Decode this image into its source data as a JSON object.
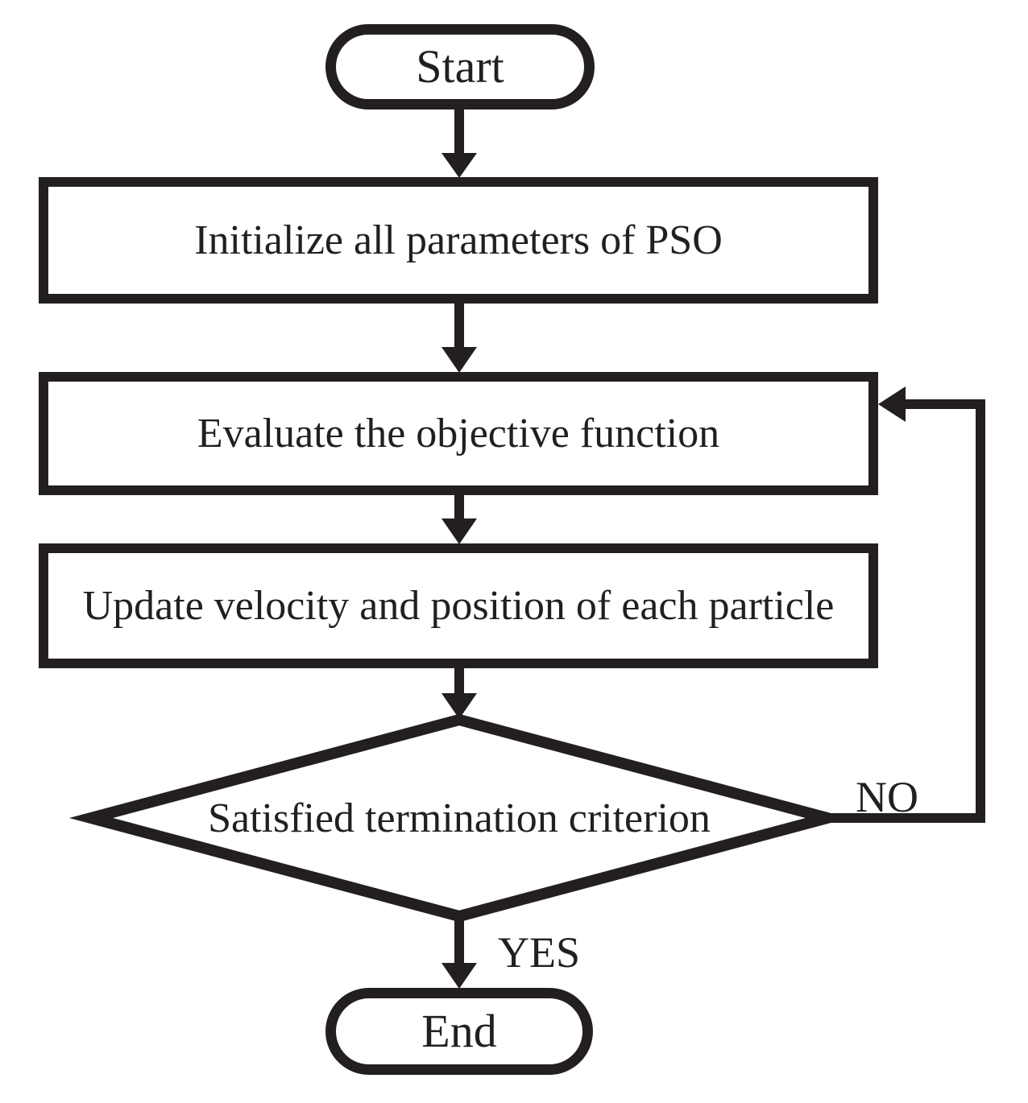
{
  "diagram": {
    "nodes": {
      "start": {
        "label": "Start",
        "type": "terminator"
      },
      "initialize": {
        "label": "Initialize all parameters of PSO",
        "type": "process"
      },
      "evaluate": {
        "label": "Evaluate the objective function",
        "type": "process"
      },
      "update": {
        "label": "Update velocity and position of each particle",
        "type": "process"
      },
      "decision": {
        "label": "Satisfied termination criterion",
        "type": "decision"
      },
      "end": {
        "label": "End",
        "type": "terminator"
      }
    },
    "edge_labels": {
      "no": "NO",
      "yes": "YES"
    },
    "colors": {
      "ink": "#231f20",
      "background": "#ffffff"
    }
  }
}
